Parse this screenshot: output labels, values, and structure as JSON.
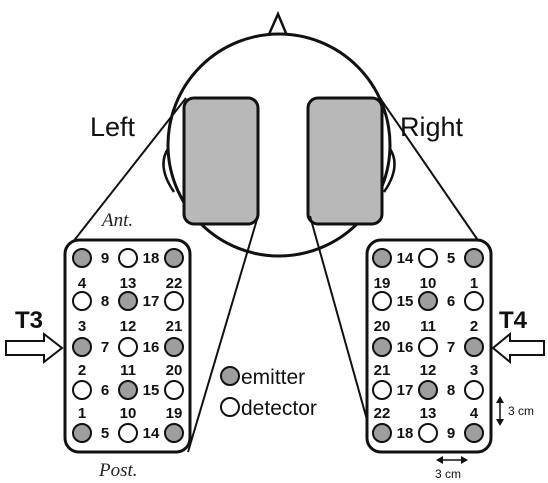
{
  "labels": {
    "left": "Left",
    "right": "Right",
    "anterior": "Ant.",
    "posterior": "Post.",
    "t3": "T3",
    "t4": "T4",
    "emitter": "emitter",
    "detector": "detector",
    "scale_vertical": "3 cm",
    "scale_horizontal": "3 cm"
  },
  "colors": {
    "emitter": "#9e9e9e",
    "detector": "#ffffff",
    "region": "#b8b8b8",
    "stroke": "#111111"
  },
  "left_array": {
    "probes": [
      [
        "emitter",
        "detector",
        "emitter"
      ],
      [
        "detector",
        "emitter",
        "detector"
      ],
      [
        "emitter",
        "detector",
        "emitter"
      ],
      [
        "detector",
        "emitter",
        "detector"
      ],
      [
        "emitter",
        "detector",
        "emitter"
      ]
    ],
    "probe_labels": [
      [
        "9",
        "18"
      ],
      [
        "8",
        "17"
      ],
      [
        "7",
        "16"
      ],
      [
        "6",
        "15"
      ],
      [
        "5",
        "14"
      ]
    ],
    "channel_rows": [
      [
        "4",
        "13",
        "22"
      ],
      [
        "3",
        "12",
        "21"
      ],
      [
        "2",
        "11",
        "20"
      ],
      [
        "1",
        "10",
        "19"
      ]
    ]
  },
  "right_array": {
    "probes": [
      [
        "emitter",
        "detector",
        "emitter"
      ],
      [
        "detector",
        "emitter",
        "detector"
      ],
      [
        "emitter",
        "detector",
        "emitter"
      ],
      [
        "detector",
        "emitter",
        "detector"
      ],
      [
        "emitter",
        "detector",
        "emitter"
      ]
    ],
    "probe_labels": [
      [
        "14",
        "5"
      ],
      [
        "15",
        "6"
      ],
      [
        "16",
        "7"
      ],
      [
        "17",
        "8"
      ],
      [
        "18",
        "9"
      ]
    ],
    "channel_rows": [
      [
        "19",
        "10",
        "1"
      ],
      [
        "20",
        "11",
        "2"
      ],
      [
        "21",
        "12",
        "3"
      ],
      [
        "22",
        "13",
        "4"
      ]
    ]
  }
}
